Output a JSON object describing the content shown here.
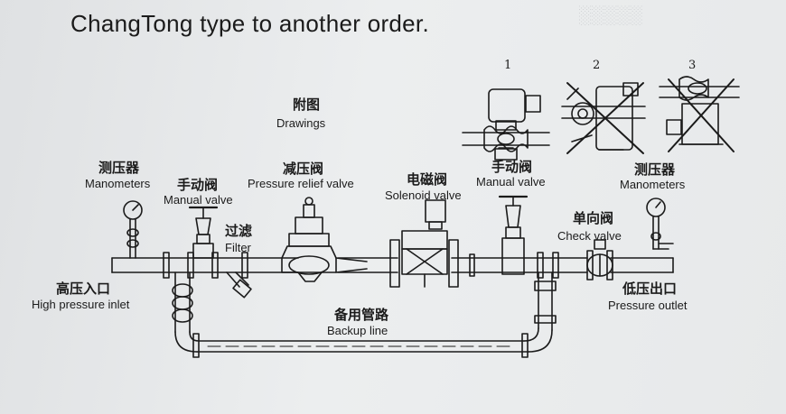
{
  "title": "ChangTong type to another order.",
  "drawings": {
    "label_cn": "附图",
    "label_en": "Drawings",
    "options": [
      "1",
      "2",
      "3"
    ]
  },
  "components": {
    "manometers_left": {
      "cn": "测压器",
      "en": "Manometers"
    },
    "manual_valve_left": {
      "cn": "手动阀",
      "en": "Manual valve"
    },
    "filter": {
      "cn": "过滤",
      "en": "Filter"
    },
    "pressure_relief_valve": {
      "cn": "减压阀",
      "en": "Pressure relief valve"
    },
    "solenoid_valve": {
      "cn": "电磁阀",
      "en": "Solenoid valve"
    },
    "manual_valve_right": {
      "cn": "手动阀",
      "en": "Manual valve"
    },
    "manometers_right": {
      "cn": "测压器",
      "en": "Manometers"
    },
    "check_valve": {
      "cn": "单向阀",
      "en": "Check valve"
    },
    "high_pressure_inlet": {
      "cn": "高压入口",
      "en": "High pressure inlet"
    },
    "pressure_outlet": {
      "cn": "低压出口",
      "en": "Pressure outlet"
    },
    "backup_line": {
      "cn": "备用管路",
      "en": "Backup line"
    }
  }
}
